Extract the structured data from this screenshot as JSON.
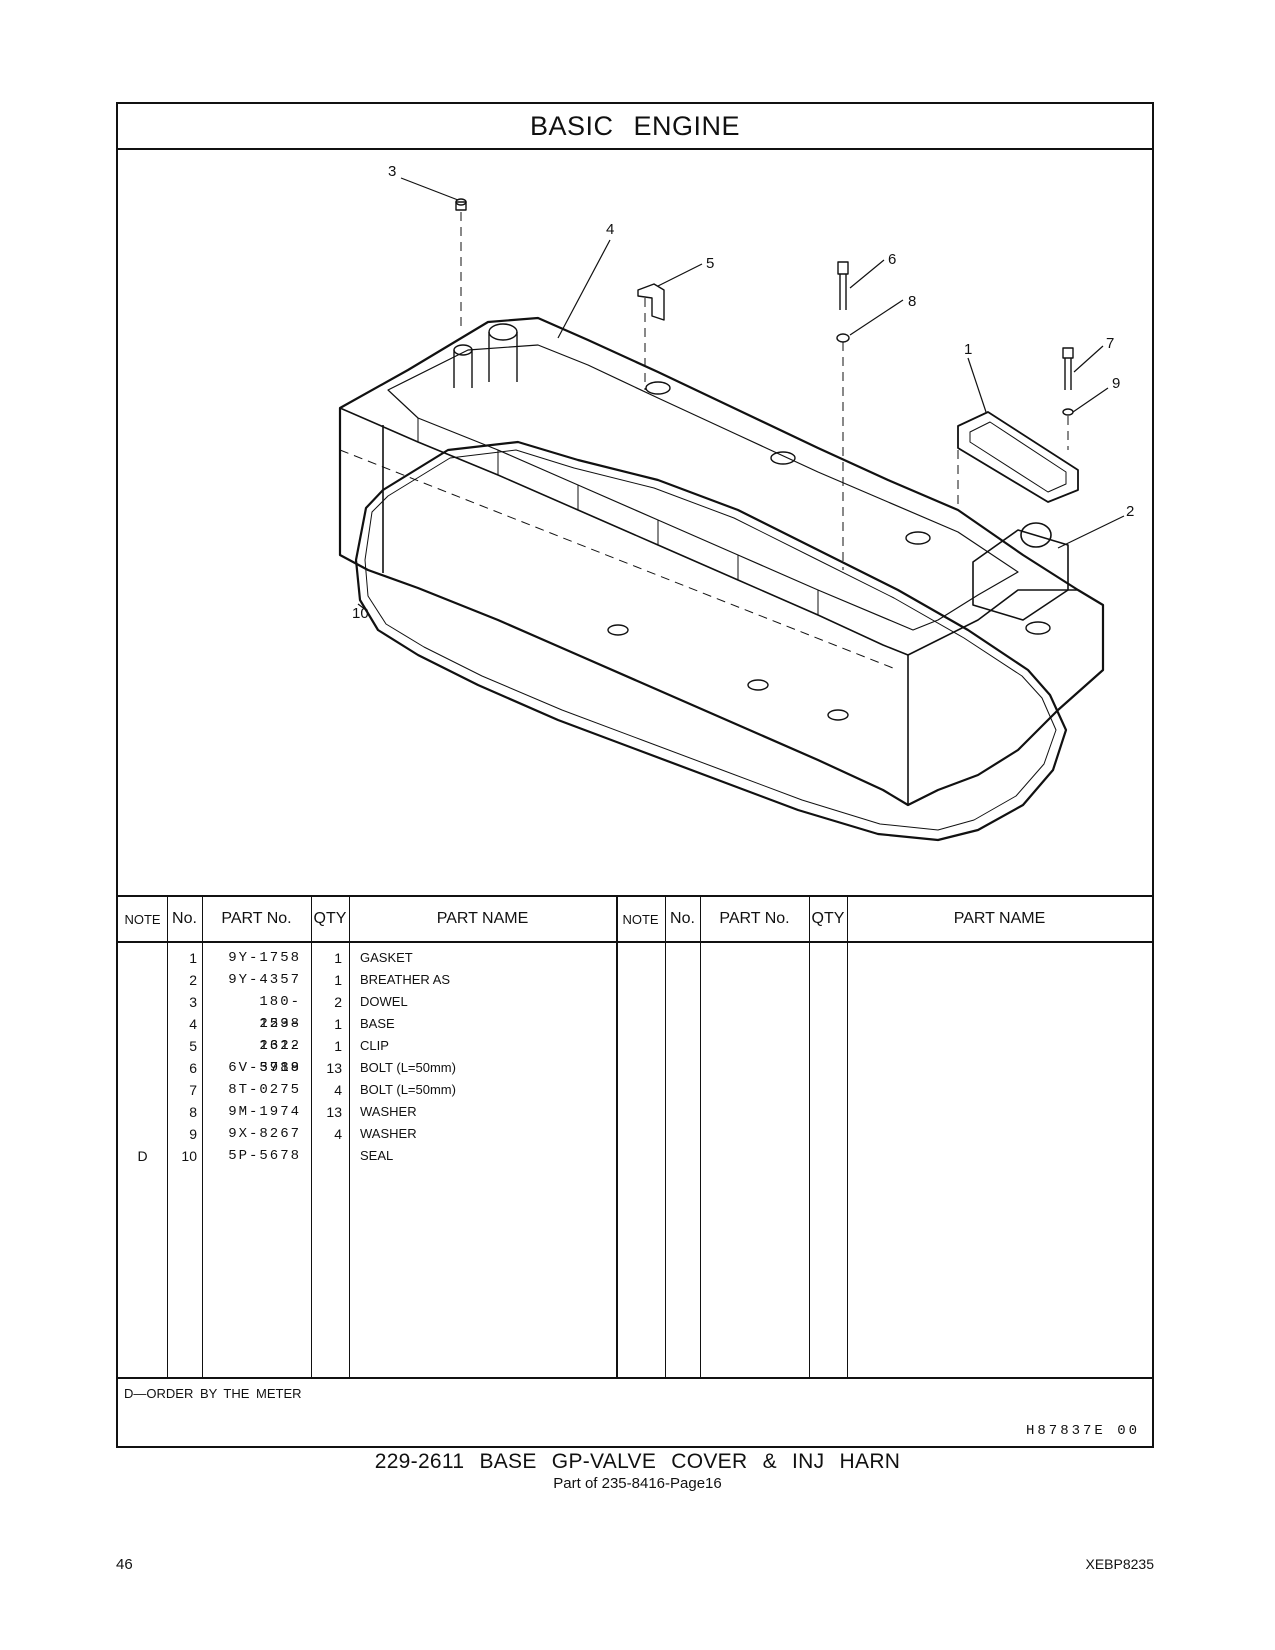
{
  "title": "BASIC ENGINE",
  "callouts": [
    "1",
    "2",
    "3",
    "4",
    "5",
    "6",
    "7",
    "8",
    "9",
    "10"
  ],
  "table": {
    "headers": {
      "note": "NOTE",
      "no": "No.",
      "part_no": "PART No.",
      "qty": "QTY",
      "part_name": "PART NAME"
    },
    "rows": [
      {
        "note": "",
        "no": "1",
        "part_no": "9Y-1758",
        "qty": "1",
        "name": "GASKET"
      },
      {
        "note": "",
        "no": "2",
        "part_no": "9Y-4357",
        "qty": "1",
        "name": "BREATHER AS"
      },
      {
        "note": "",
        "no": "3",
        "part_no": "180-1538",
        "qty": "2",
        "name": "DOWEL"
      },
      {
        "note": "",
        "no": "4",
        "part_no": "229-2612",
        "qty": "1",
        "name": "BASE"
      },
      {
        "note": "",
        "no": "5",
        "part_no": "132-5789",
        "qty": "1",
        "name": "CLIP"
      },
      {
        "note": "",
        "no": "6",
        "part_no": "6V-3918",
        "qty": "13",
        "name": "BOLT (L=50mm)"
      },
      {
        "note": "",
        "no": "7",
        "part_no": "8T-0275",
        "qty": "4",
        "name": "BOLT (L=50mm)"
      },
      {
        "note": "",
        "no": "8",
        "part_no": "9M-1974",
        "qty": "13",
        "name": "WASHER"
      },
      {
        "note": "",
        "no": "9",
        "part_no": "9X-8267",
        "qty": "4",
        "name": "WASHER"
      },
      {
        "note": "D",
        "no": "10",
        "part_no": "5P-5678",
        "qty": "",
        "name": "SEAL"
      }
    ]
  },
  "footnote": "D—ORDER BY THE METER",
  "drawing_id": "H87837E 00",
  "caption": "229-2611 BASE GP-VALVE COVER & INJ HARN",
  "caption_sub": "Part of 235-8416-Page16",
  "page_number": "46",
  "doc_code": "XEBP8235"
}
